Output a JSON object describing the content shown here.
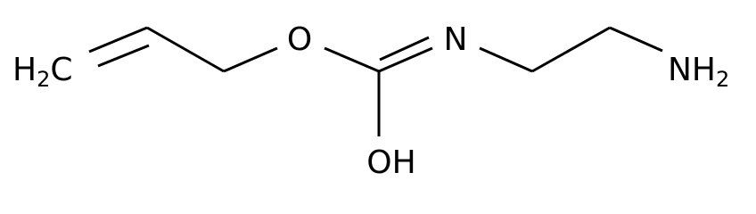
{
  "molecule": {
    "atoms": {
      "h2c": {
        "main": "H",
        "sub": "2",
        "tail": "C",
        "color": "#000000"
      },
      "o_ether": {
        "label": "O",
        "color": "#ff0000"
      },
      "n_imine": {
        "label": "N",
        "color": "#0000ff"
      },
      "oh": {
        "label": "OH",
        "color": "#ff0000"
      },
      "nh2": {
        "main": "NH",
        "sub": "2",
        "color": "#0000ff"
      }
    },
    "bond_color": "#000000"
  }
}
